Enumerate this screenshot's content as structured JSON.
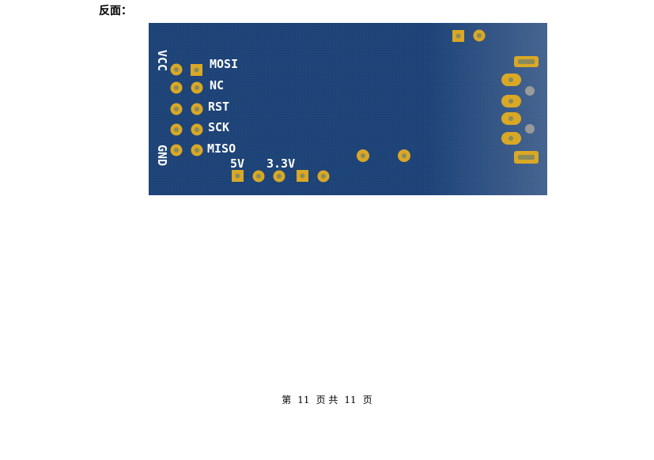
{
  "heading": "反面：",
  "board": {
    "labels": {
      "vcc": "VCC",
      "gnd": "GND",
      "mosi": "MOSI",
      "nc": "NC",
      "rst": "RST",
      "sck": "SCK",
      "miso": "MISO",
      "v5": "5V",
      "v33": "3.3V"
    },
    "colors": {
      "pcb": "#1d4276",
      "pad": "#d9a825",
      "drill": "#8a8a5a",
      "silkscreen": "#ffffff"
    }
  },
  "footer": {
    "prefix": "第",
    "page": "11",
    "mid": "页 共",
    "total": "11",
    "suffix": "页"
  }
}
